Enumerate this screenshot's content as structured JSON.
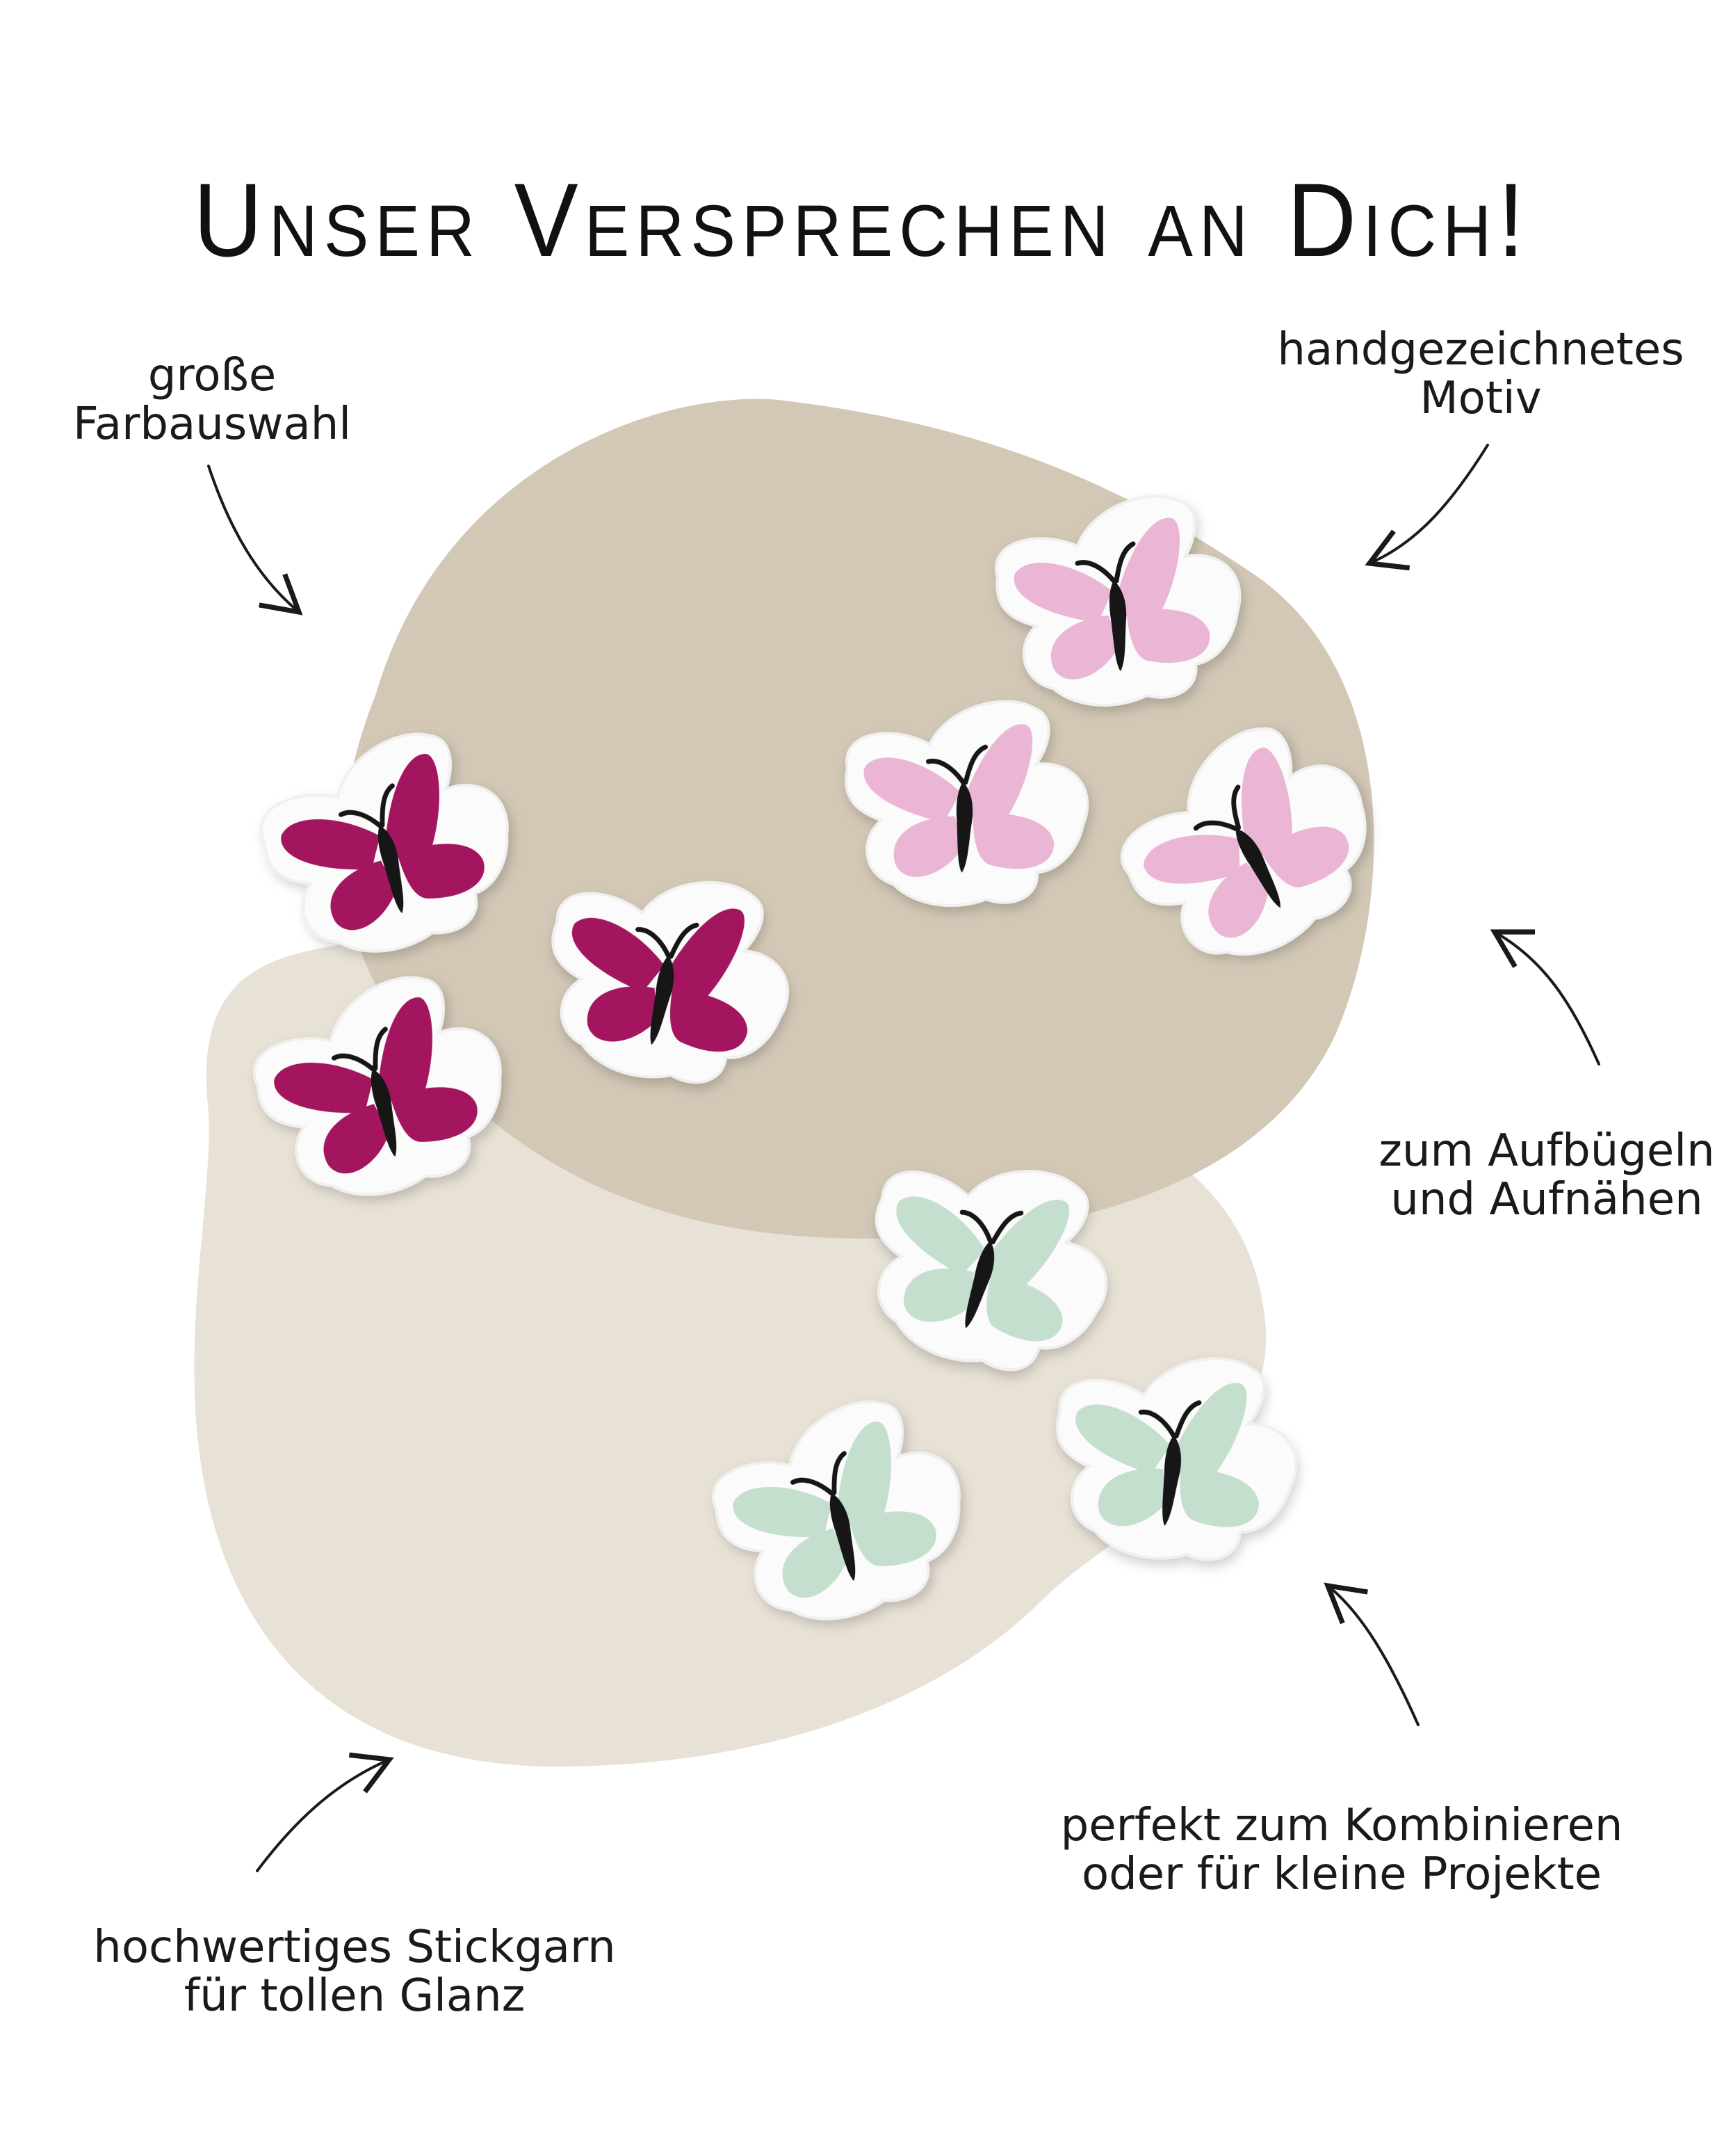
{
  "title": "Unser Versprechen an Dich!",
  "features": [
    {
      "lines": [
        "große",
        "Farbauswahl"
      ]
    },
    {
      "lines": [
        "handgezeichnetes",
        "Motiv"
      ]
    },
    {
      "lines": [
        "zum Aufbügeln",
        "und Aufnähen"
      ]
    },
    {
      "lines": [
        "perfekt zum Kombinieren",
        "oder für kleine Projekte"
      ]
    },
    {
      "lines": [
        "hochwertiges Stickgarn",
        "für tollen Glanz"
      ]
    }
  ],
  "colors": {
    "blob_dark": "#d3c8b6",
    "blob_light": "#e8e1d6",
    "magenta": "#a3155f",
    "pink": "#ebb6d6",
    "mint": "#c4dfcd",
    "body": "#151515"
  }
}
